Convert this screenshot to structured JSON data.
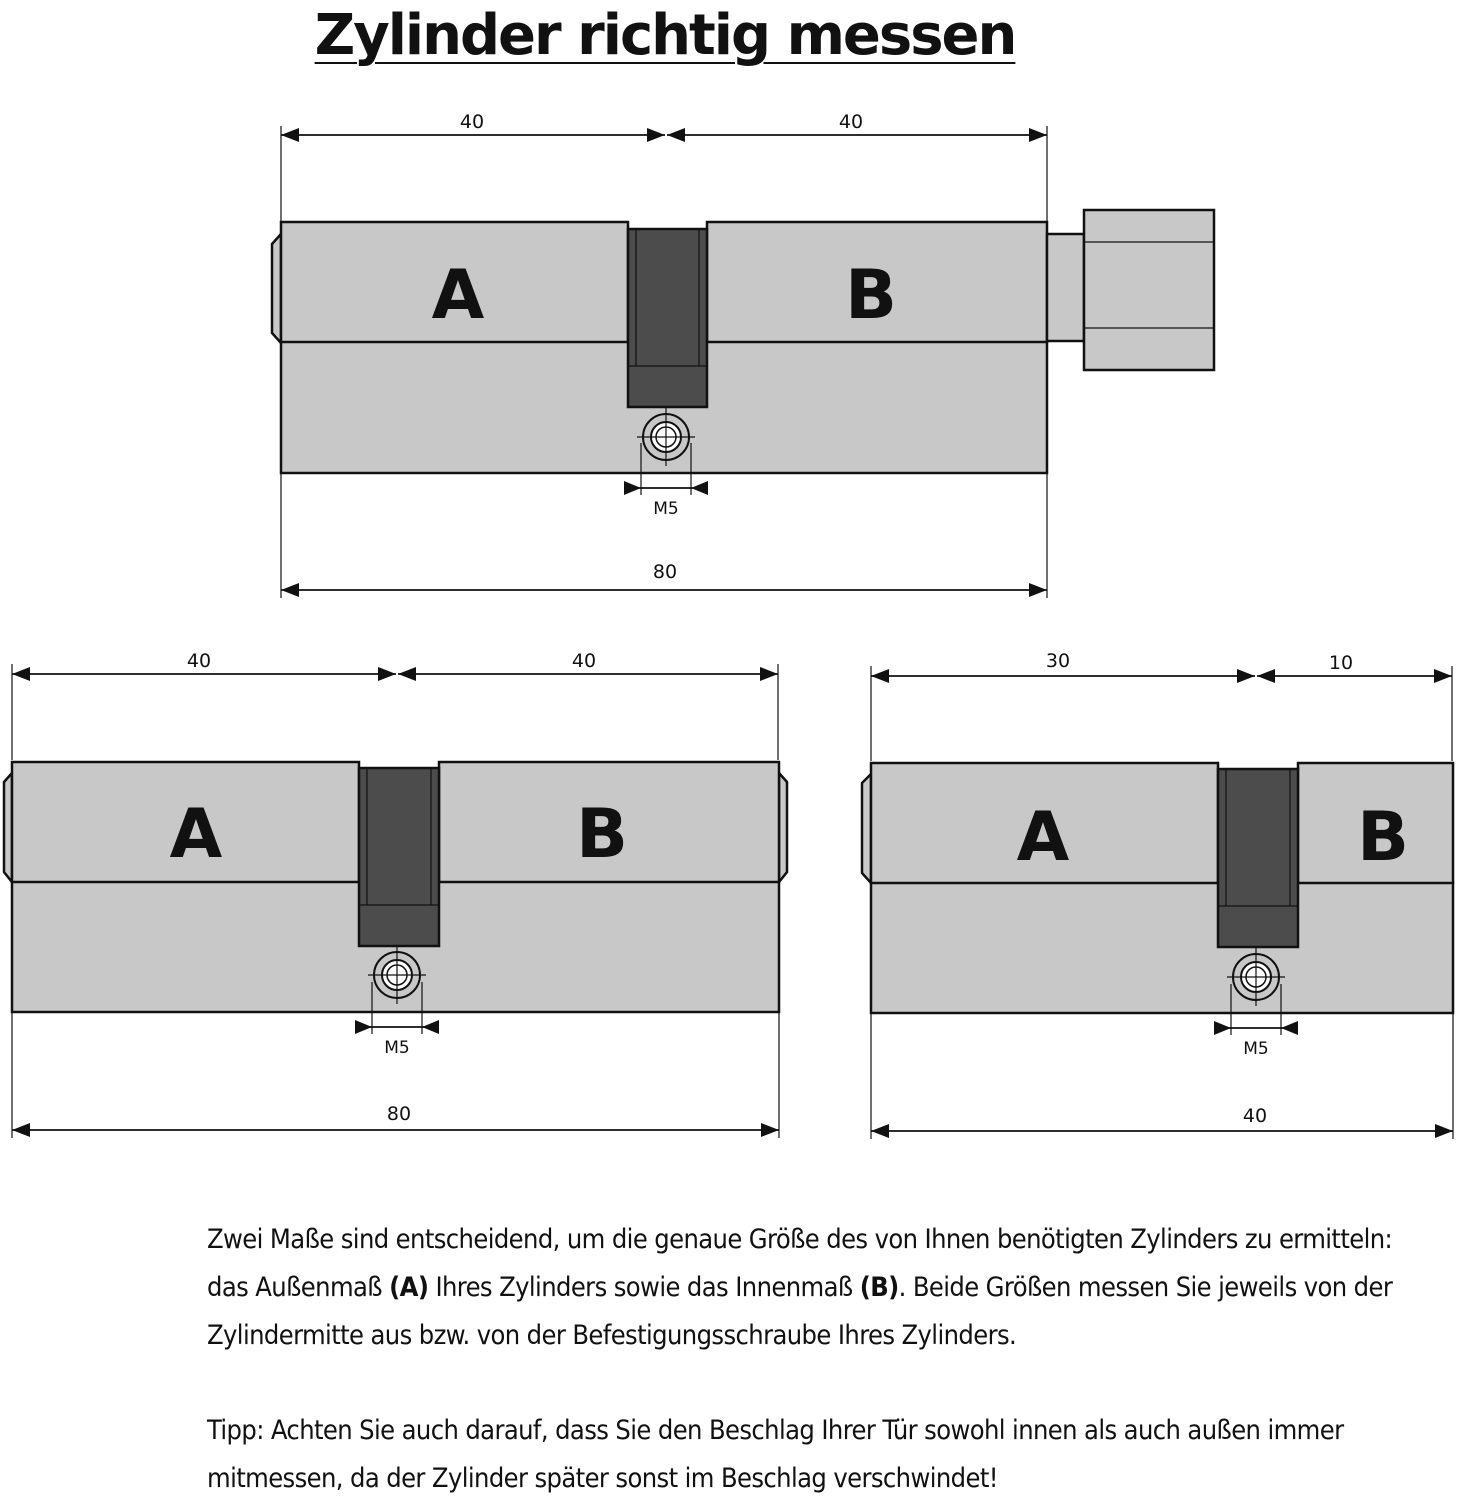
{
  "title": "Zylinder richtig messen",
  "diagrams": [
    {
      "variant": "knauf",
      "label_a": "A",
      "label_b": "B",
      "dim_a": "40",
      "dim_b": "40",
      "dim_total": "80",
      "screw": "M5"
    },
    {
      "variant": "doppel-symmetrisch",
      "label_a": "A",
      "label_b": "B",
      "dim_a": "40",
      "dim_b": "40",
      "dim_total": "80",
      "screw": "M5"
    },
    {
      "variant": "halb-asymmetrisch",
      "label_a": "A",
      "label_b": "B",
      "dim_a": "30",
      "dim_b": "10",
      "dim_total": "40",
      "screw": "M5"
    }
  ],
  "description": {
    "p1_pre": "Zwei Maße sind entscheidend, um die genaue Größe des von Ihnen benötigten Zylinders zu ermitteln: das Außenmaß ",
    "p1_a": "(A)",
    "p1_mid": " Ihres Zylinders sowie das Innenmaß ",
    "p1_b": "(B)",
    "p1_post": ". Beide Größen messen Sie jeweils von der Zylindermitte aus bzw. von der Befestigungsschraube Ihres Zylinders.",
    "p2": "Tipp: Achten Sie auch darauf, dass Sie den Beschlag Ihrer Tür sowohl innen als auch außen immer mitmessen, da der Zylinder später sonst im Beschlag verschwindet!"
  },
  "colors": {
    "body": "#c8c8c8",
    "cam": "#4c4c4c",
    "line": "#111111"
  }
}
